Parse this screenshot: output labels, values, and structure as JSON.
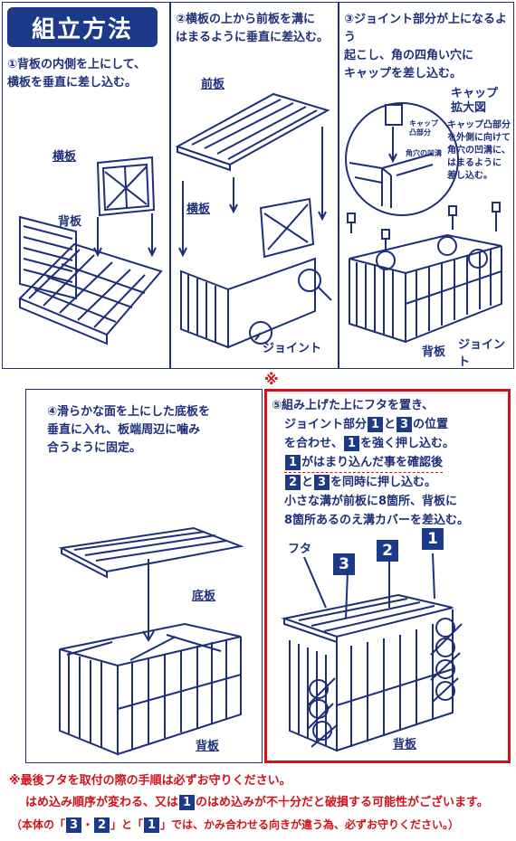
{
  "title": "組立方法",
  "step1": {
    "text": "①背板の内側を上にして、\n横板を垂直に差し込む。",
    "label_yokoita": "横板",
    "label_seita": "背板"
  },
  "step2": {
    "text": "②横板の上から前板を溝に\nはまるように垂直に差込む。",
    "label_maeita": "前板",
    "label_yokoita": "横板",
    "label_joint": "ジョイント"
  },
  "step3": {
    "text": "③ジョイント部分が上になるよう\n起こし、角の四角い穴に\nキャップを差し込む。",
    "cap_title": "キャップ\n拡大図",
    "cap_desc": "キャップ凸部分\nを外側に向けて\n角穴の凹溝に、\nはまるように\n差し込む。",
    "cap_convex": "キャップ\n凸部分",
    "cap_groove": "角穴の凹溝",
    "label_seita": "背板",
    "label_joint": "ジョイント"
  },
  "asterisk": "※",
  "step4": {
    "text": "④滑らかな面を上にした底板を\n垂直に入れ、板端周辺に噛み\n合うように固定。",
    "label_sokoita": "底板",
    "label_seita": "背板"
  },
  "step5": {
    "line1": "⑤組み上げた上にフタを置き、",
    "line2_a": "ジョイント部分",
    "line2_b": "と",
    "line2_c": "の位置",
    "line3_a": "を合わせ、",
    "line3_b": "を強く押し込む。",
    "line4": "がはまり込んだ事を確認後",
    "line5_b": "と",
    "line5_c": "を同時に押し込む。",
    "line6": "小さな溝が前板に8箇所、背板に",
    "line7": "8箇所あるのえ溝カバーを差込む。",
    "n1": "1",
    "n2": "2",
    "n3": "3",
    "label_futa": "フタ",
    "label_seita": "背板"
  },
  "footer": {
    "line1": "※最後フタを取付の際の手順は必ずお守りください。",
    "line2_a": "はめ込み順序が変わる、又は",
    "line2_b": "のはめ込みが不十分だと破損する可能性がございます。",
    "line3_a": "（本体の「",
    "line3_b": "・",
    "line3_c": "」と「",
    "line3_d": "」では、かみ合わせる向きが違う為、必ずお守りください。）"
  },
  "colors": {
    "navy": "#1d2f7a",
    "title_bg": "#1d3a8a",
    "red": "#d0121b"
  }
}
